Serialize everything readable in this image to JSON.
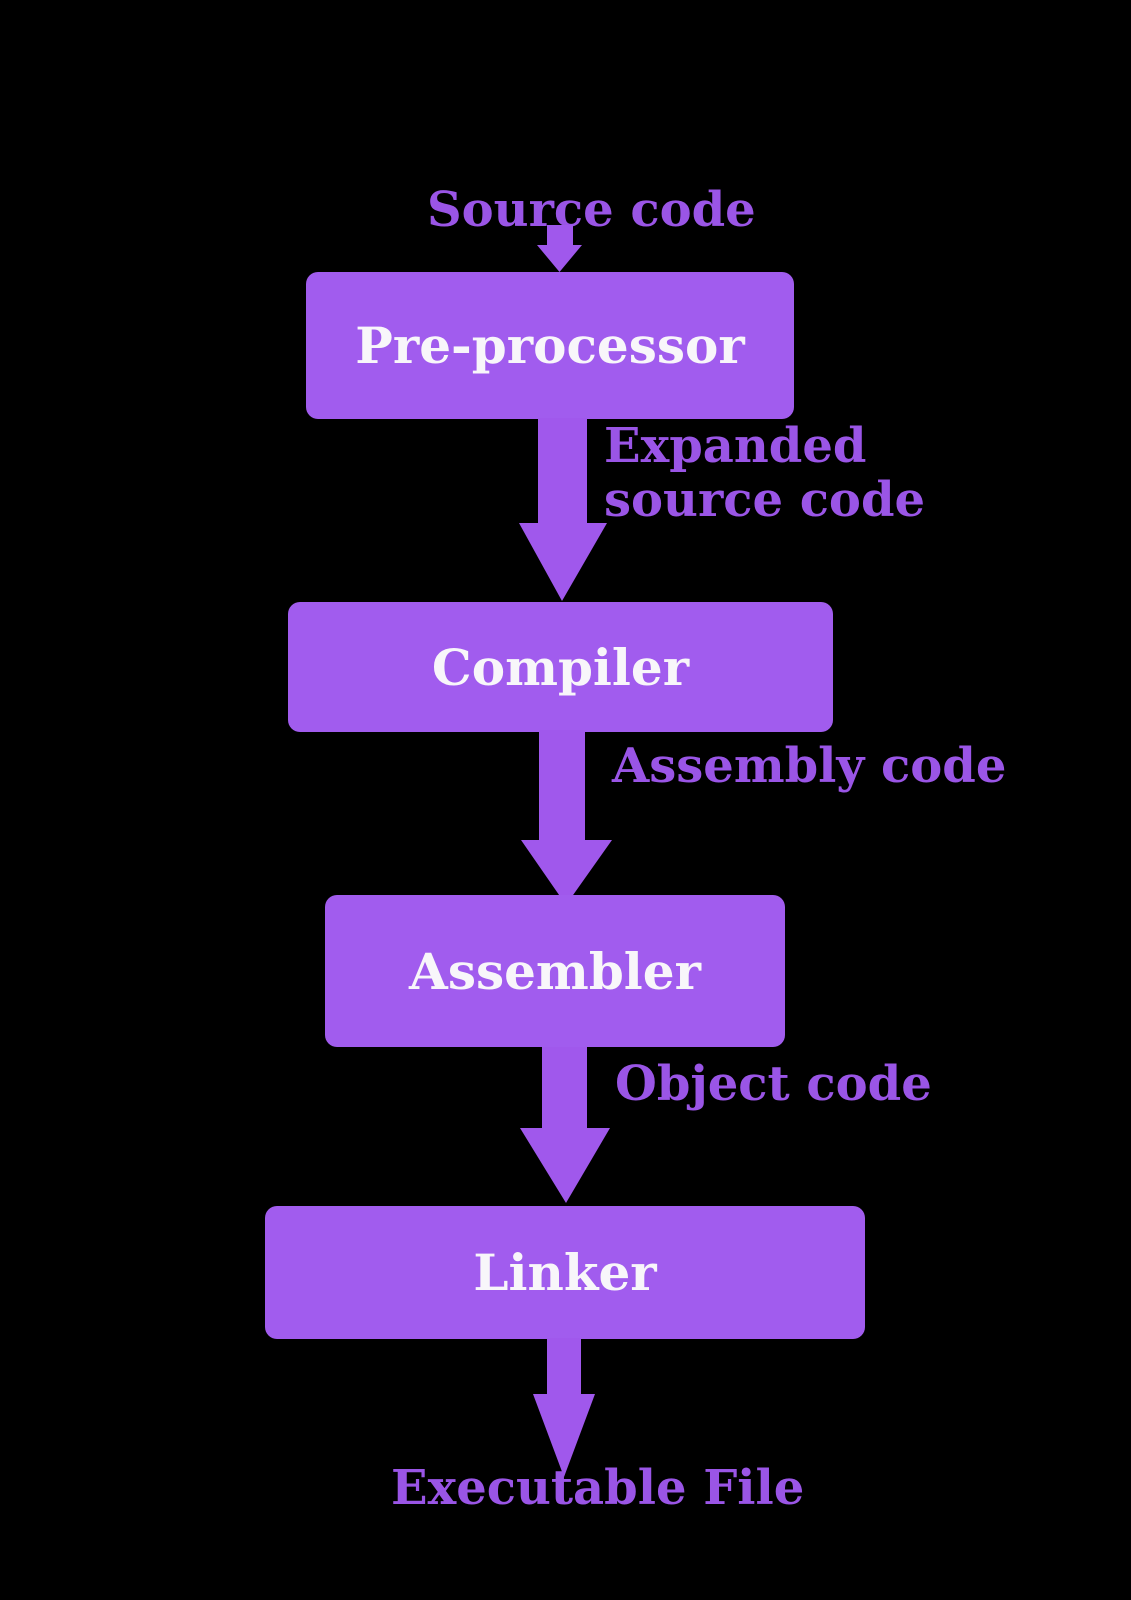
{
  "diagram": {
    "input_label": "Source code",
    "output_label": "Executable File",
    "nodes": [
      {
        "label": "Pre-processor"
      },
      {
        "label": "Compiler"
      },
      {
        "label": "Assembler"
      },
      {
        "label": "Linker"
      }
    ],
    "edge_labels": [
      "Expanded source code",
      "Assembly code",
      "Object code"
    ],
    "icons": [
      "arrow-down-icon",
      "arrow-down-icon",
      "arrow-down-icon",
      "arrow-down-icon",
      "arrow-down-icon"
    ],
    "colors": {
      "background": "#000000",
      "node_fill": "#a15cee",
      "arrow": "#a058ec",
      "label_text": "#9a55e6",
      "node_text": "#f8f6fa"
    }
  }
}
